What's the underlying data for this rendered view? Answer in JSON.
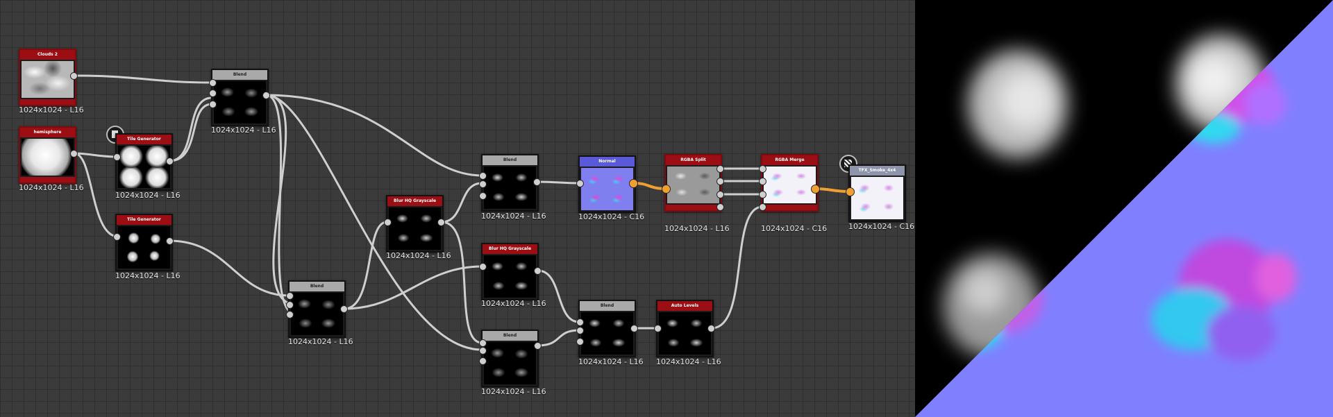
{
  "graph": {
    "nodes": [
      {
        "id": "clouds2",
        "title": "Clouds 2",
        "res": "1024x1024 - L16"
      },
      {
        "id": "hemisphere",
        "title": "hemisphere",
        "res": "1024x1024 - L16"
      },
      {
        "id": "tile1",
        "title": "Tile Generator",
        "res": "1024x1024 - L16"
      },
      {
        "id": "tile2",
        "title": "Tile Generator",
        "res": "1024x1024 - L16"
      },
      {
        "id": "blend1",
        "title": "Blend",
        "res": "1024x1024 - L16"
      },
      {
        "id": "blend2",
        "title": "Blend",
        "res": "1024x1024 - L16"
      },
      {
        "id": "blur1",
        "title": "Blur HQ Grayscale",
        "res": "1024x1024 - L16"
      },
      {
        "id": "blend3",
        "title": "Blend",
        "res": "1024x1024 - L16"
      },
      {
        "id": "blur2",
        "title": "Blur HQ Grayscale",
        "res": "1024x1024 - L16"
      },
      {
        "id": "blend4",
        "title": "Blend",
        "res": "1024x1024 - L16"
      },
      {
        "id": "blend5",
        "title": "Blend",
        "res": "1024x1024 - L16"
      },
      {
        "id": "normal",
        "title": "Normal",
        "res": "1024x1024 - C16"
      },
      {
        "id": "autolevels",
        "title": "Auto Levels",
        "res": "1024x1024 - L16"
      },
      {
        "id": "rgbasplit",
        "title": "RGBA Split",
        "res": "1024x1024 - L16"
      },
      {
        "id": "rgbamerge",
        "title": "RGBA Merge",
        "res": "1024x1024 - C16"
      },
      {
        "id": "output",
        "title": "TFX_Smoke_4x4",
        "res": "1024x1024 - C16"
      }
    ]
  },
  "icons": {
    "badge_tile": "document-icon",
    "badge_output": "checker-icon"
  },
  "colors": {
    "canvas": "#3b3b3b",
    "header_red": "#9b0f14",
    "header_gray": "#a9a9a9",
    "header_blue": "#5a5ad8",
    "wire": "#cfcfcf",
    "wire_color": "#f0a030",
    "normal_flat": "#8080ff"
  }
}
